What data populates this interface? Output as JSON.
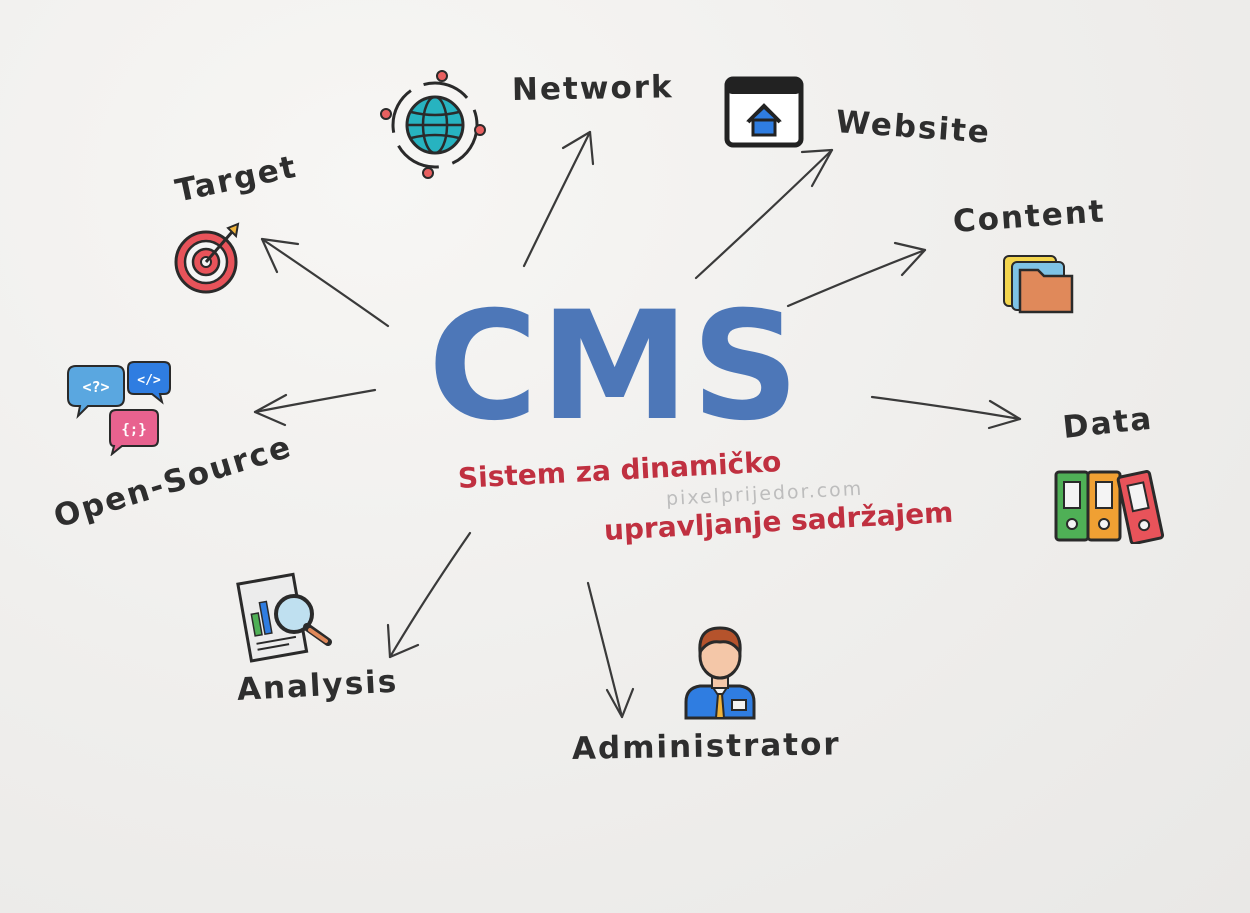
{
  "title": "CMS",
  "subtitle": {
    "line1": "Sistem za dinamičko",
    "line2": "upravljanje sadržajem"
  },
  "watermark": "pixelprijedor.com",
  "colors": {
    "title": "#4d77b8",
    "subtitle": "#c03040",
    "label": "#2e2e2e",
    "arrow": "#3a3a3a"
  },
  "nodes": [
    {
      "label": "Network",
      "icon": "globe-network-icon"
    },
    {
      "label": "Website",
      "icon": "browser-home-icon"
    },
    {
      "label": "Target",
      "icon": "target-dart-icon"
    },
    {
      "label": "Content",
      "icon": "folders-icon"
    },
    {
      "label": "Open-Source",
      "icon": "code-bubbles-icon"
    },
    {
      "label": "Data",
      "icon": "binders-icon"
    },
    {
      "label": "Analysis",
      "icon": "report-magnifier-icon"
    },
    {
      "label": "Administrator",
      "icon": "administrator-person-icon"
    }
  ]
}
